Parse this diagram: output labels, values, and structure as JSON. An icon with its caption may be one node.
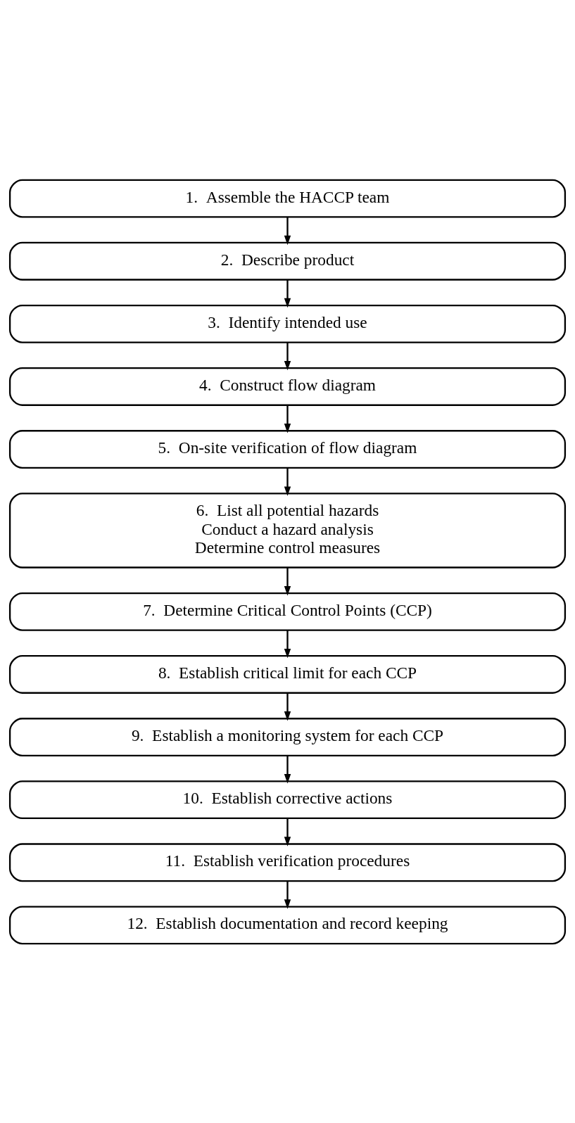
{
  "diagram": {
    "nodes": [
      {
        "text": [
          "1.  Assemble the HACCP team"
        ]
      },
      {
        "text": [
          "2.  Describe product"
        ]
      },
      {
        "text": [
          "3.  Identify intended use"
        ]
      },
      {
        "text": [
          "4.  Construct flow diagram"
        ]
      },
      {
        "text": [
          "5.  On-site verification of flow diagram"
        ]
      },
      {
        "text": [
          "6.  List all potential hazards",
          "Conduct a hazard analysis",
          "Determine control measures"
        ]
      },
      {
        "text": [
          "7.  Determine Critical Control Points (CCP)"
        ]
      },
      {
        "text": [
          "8.  Establish critical limit for each CCP"
        ]
      },
      {
        "text": [
          "9.  Establish a monitoring system for each CCP"
        ]
      },
      {
        "text": [
          "10.  Establish corrective actions"
        ]
      },
      {
        "text": [
          "11.  Establish verification procedures"
        ]
      },
      {
        "text": [
          "12.  Establish documentation and record keeping"
        ]
      }
    ],
    "edges": [
      {
        "from": 0,
        "to": 1,
        "arrow": "to"
      },
      {
        "from": 1,
        "to": 2,
        "arrow": "to"
      },
      {
        "from": 2,
        "to": 3,
        "arrow": "to"
      },
      {
        "from": 3,
        "to": 4,
        "arrow": "to"
      },
      {
        "from": 4,
        "to": 5,
        "arrow": "to"
      },
      {
        "from": 5,
        "to": 6,
        "arrow": "to"
      },
      {
        "from": 6,
        "to": 7,
        "arrow": "to"
      },
      {
        "from": 7,
        "to": 8,
        "arrow": "to"
      },
      {
        "from": 8,
        "to": 9,
        "arrow": "to"
      },
      {
        "from": 9,
        "to": 10,
        "arrow": "to"
      },
      {
        "from": 10,
        "to": 11,
        "arrow": "to"
      }
    ]
  }
}
